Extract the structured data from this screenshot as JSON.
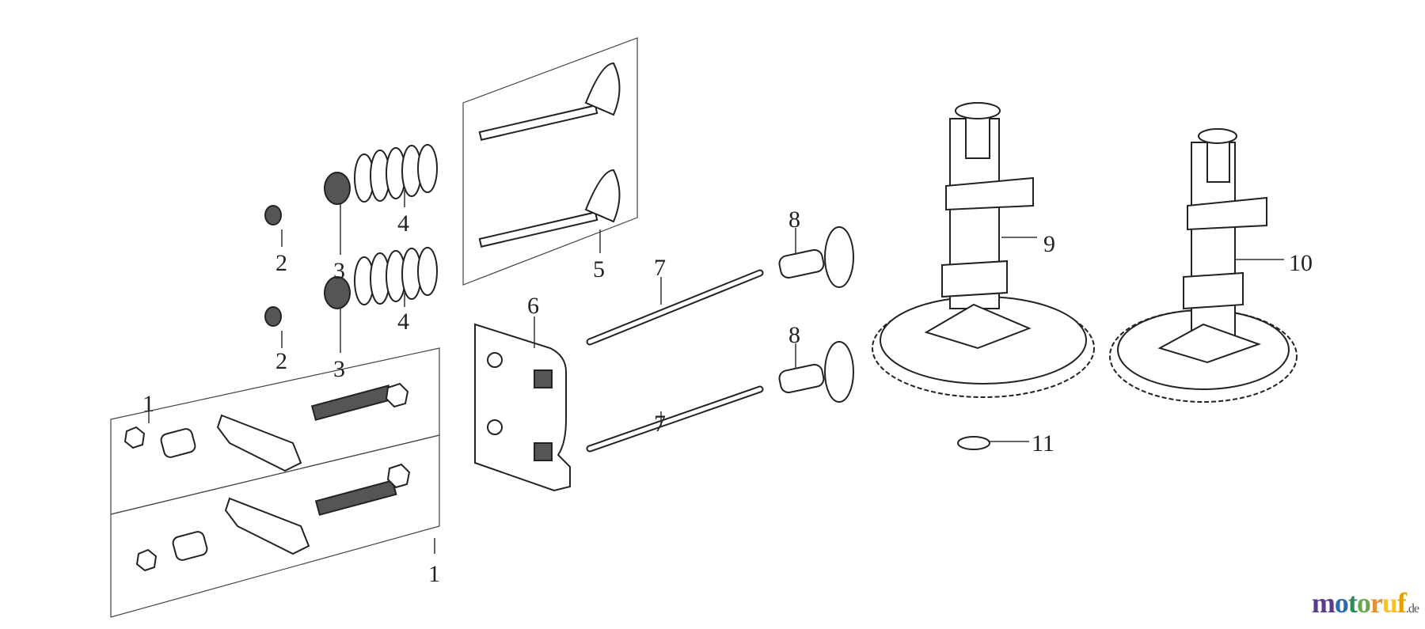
{
  "callouts": [
    "1",
    "2",
    "2",
    "3",
    "3",
    "4",
    "4",
    "5",
    "6",
    "7",
    "7",
    "8",
    "8",
    "9",
    "10",
    "11",
    "1"
  ],
  "logo": {
    "text": "motoruf",
    "suffix": ".de",
    "colors": [
      "#5b3b8c",
      "#2a6cb0",
      "#2e8b57",
      "#6aa84f",
      "#e69138",
      "#f1c232",
      "#e6a100"
    ]
  }
}
